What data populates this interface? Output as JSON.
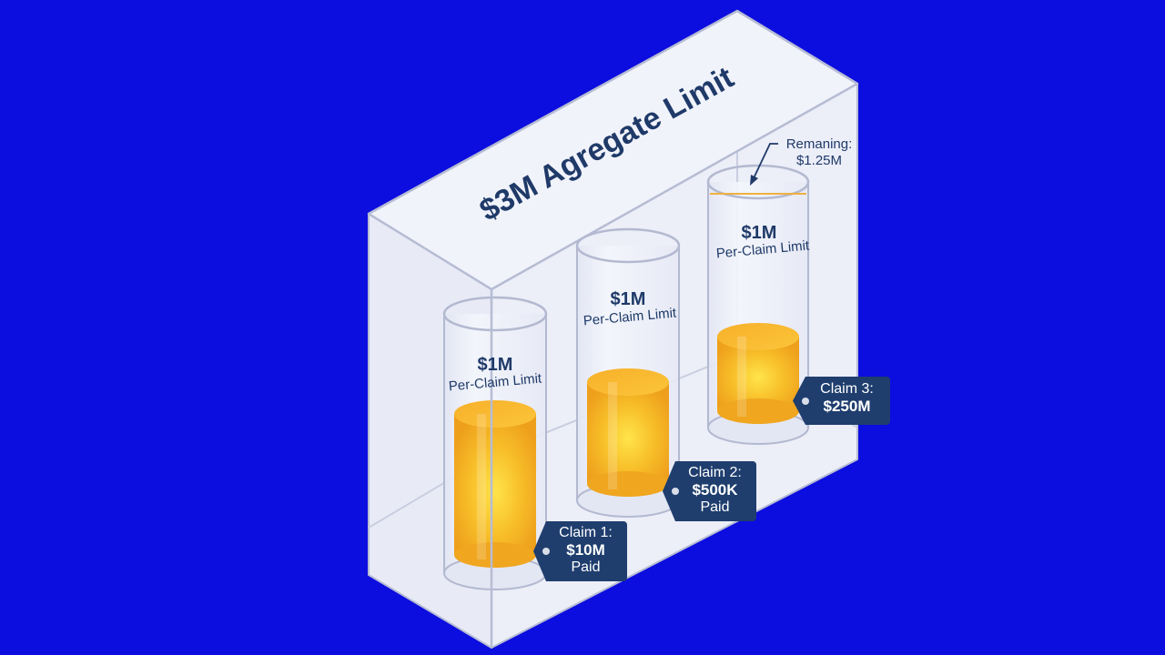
{
  "title": "$3M Agregate Limit",
  "colors": {
    "background": "#0c0ddf",
    "box_face": "#eef0f9",
    "box_edge": "#b6bcd3",
    "text_dark": "#1f3a68",
    "tag_bg": "#1f3e6e",
    "fill_gold": "#f5b321",
    "remaining_line": "#f0b040"
  },
  "cylinders": [
    {
      "limit_value": "$1M",
      "limit_label": "Per-Claim Limit",
      "claim": {
        "label": "Claim 1:",
        "amount": "$10M",
        "status": "Paid"
      }
    },
    {
      "limit_value": "$1M",
      "limit_label": "Per-Claim Limit",
      "claim": {
        "label": "Claim 2:",
        "amount": "$500K",
        "status": "Paid"
      }
    },
    {
      "limit_value": "$1M",
      "limit_label": "Per-Claim Limit",
      "claim": {
        "label": "Claim 3:",
        "amount": "$250M",
        "status": ""
      }
    }
  ],
  "remaining": {
    "label": "Remaning:",
    "amount": "$1.25M"
  }
}
